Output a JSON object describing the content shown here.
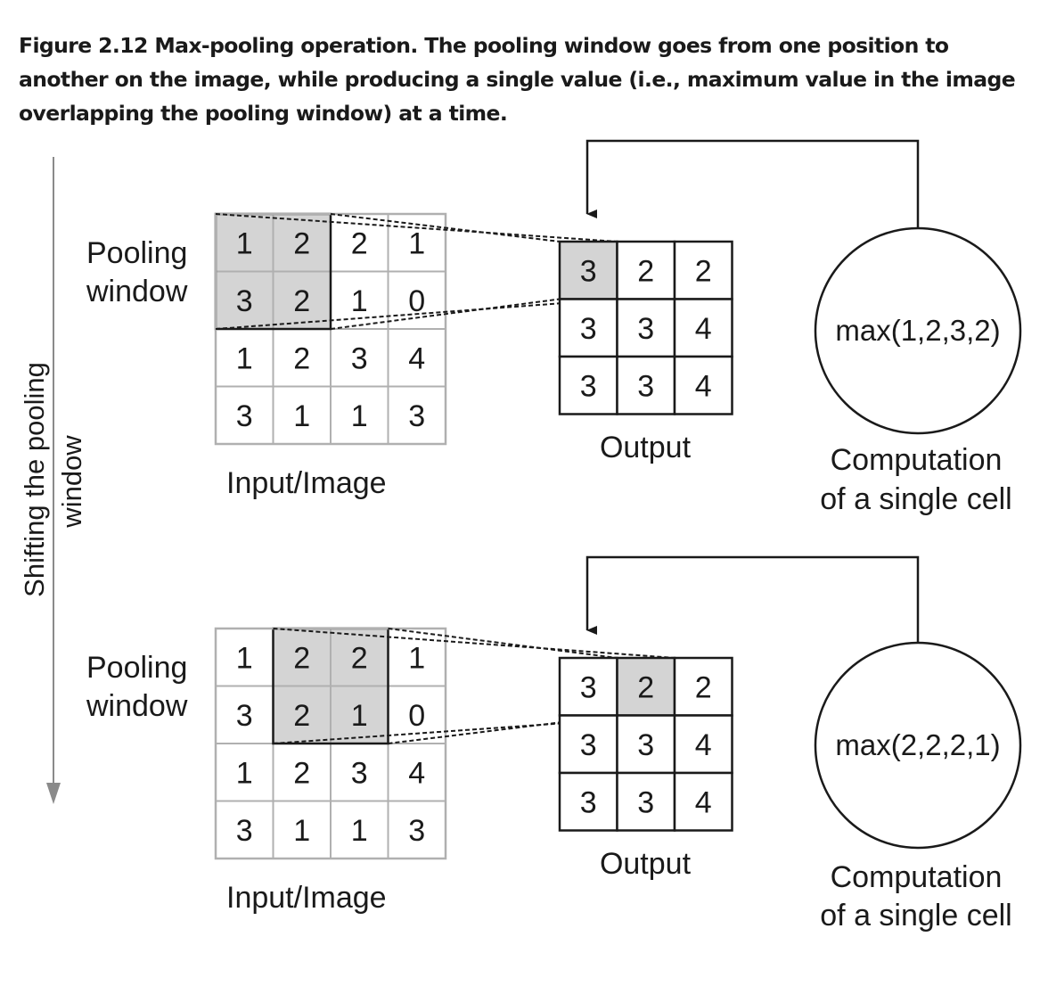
{
  "caption": "Figure 2.12 Max-pooling operation. The pooling window goes from one position to another on the image, while producing a single value (i.e., maximum value in the image overlapping the pooling window) at a time.",
  "side_label": {
    "line1": "Shifting the pooling",
    "line2": "window"
  },
  "colors": {
    "highlight": "#d4d4d4",
    "line": "#1a1a1a",
    "grid_line": "#b0b0b0",
    "arrow": "#8a8a8a"
  },
  "panels": [
    {
      "pooling_label_line1": "Pooling",
      "pooling_label_line2": "window",
      "input_label": "Input/Image",
      "input": [
        [
          "1",
          "2",
          "2",
          "1"
        ],
        [
          "3",
          "2",
          "1",
          "0"
        ],
        [
          "1",
          "2",
          "3",
          "4"
        ],
        [
          "3",
          "1",
          "1",
          "3"
        ]
      ],
      "highlight_input": [
        [
          0,
          0
        ],
        [
          0,
          1
        ],
        [
          1,
          0
        ],
        [
          1,
          1
        ]
      ],
      "output_label": "Output",
      "output": [
        [
          "3",
          "2",
          "2"
        ],
        [
          "3",
          "3",
          "4"
        ],
        [
          "3",
          "3",
          "4"
        ]
      ],
      "highlight_output": [
        0,
        0
      ],
      "computation": "max(1,2,3,2)",
      "computation_label_line1": "Computation",
      "computation_label_line2": "of a single cell"
    },
    {
      "pooling_label_line1": "Pooling",
      "pooling_label_line2": "window",
      "input_label": "Input/Image",
      "input": [
        [
          "1",
          "2",
          "2",
          "1"
        ],
        [
          "3",
          "2",
          "1",
          "0"
        ],
        [
          "1",
          "2",
          "3",
          "4"
        ],
        [
          "3",
          "1",
          "1",
          "3"
        ]
      ],
      "highlight_input": [
        [
          0,
          1
        ],
        [
          0,
          2
        ],
        [
          1,
          1
        ],
        [
          1,
          2
        ]
      ],
      "output_label": "Output",
      "output": [
        [
          "3",
          "2",
          "2"
        ],
        [
          "3",
          "3",
          "4"
        ],
        [
          "3",
          "3",
          "4"
        ]
      ],
      "highlight_output": [
        0,
        1
      ],
      "computation": "max(2,2,2,1)",
      "computation_label_line1": "Computation",
      "computation_label_line2": "of a single cell"
    }
  ]
}
